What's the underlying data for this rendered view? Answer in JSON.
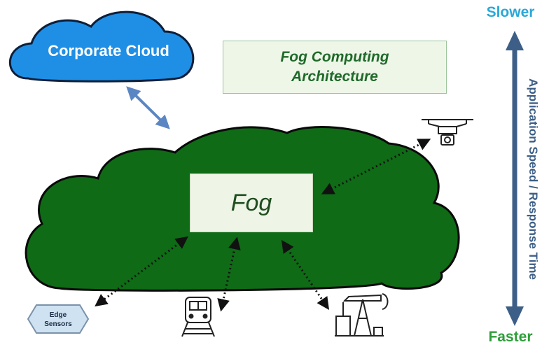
{
  "diagram": {
    "corporate_cloud": {
      "label": "Corporate Cloud",
      "color": "#1f8fe6"
    },
    "title": {
      "line1": "Fog Computing",
      "line2": "Architecture"
    },
    "fog": {
      "label": "Fog",
      "cloud_color": "#0f6b16"
    },
    "edge_sensors": {
      "line1": "Edge",
      "line2": "Sensors"
    },
    "devices": [
      "drone-icon",
      "train-icon",
      "oil-pump-icon",
      "edge-sensors-hexagon"
    ],
    "speed_scale": {
      "top": "Slower",
      "bottom": "Faster",
      "axis_label": "Application Speed / Response Time",
      "arrow_color": "#3d5f87",
      "top_color": "#2aa8d8",
      "bottom_color": "#2e9e3a"
    }
  }
}
